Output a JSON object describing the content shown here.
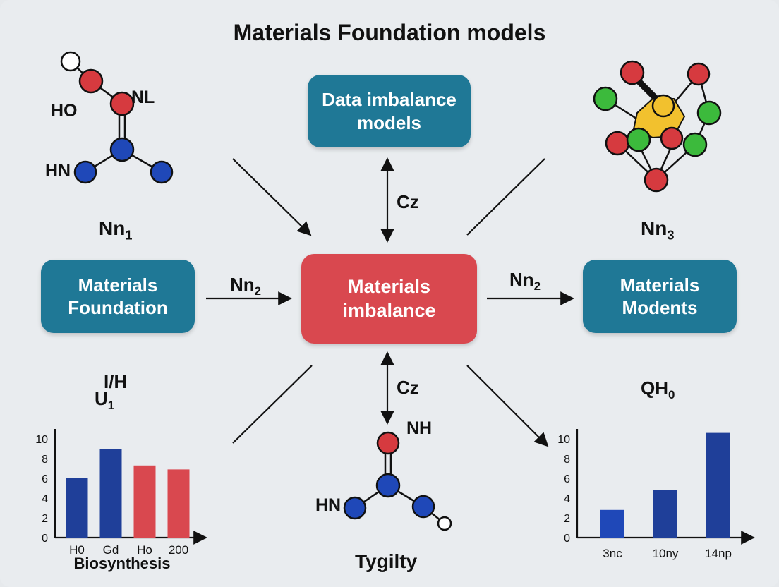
{
  "title": "Materials Foundation models",
  "nodes": {
    "top": "Data imbalance\nmodels",
    "left": "Materials\nFoundation",
    "center": "Materials\nimbalance",
    "right": "Materials\nModents"
  },
  "edge_labels": {
    "top": "Cz",
    "bottom": "Cz",
    "left": "Nn",
    "left_sub": "2",
    "right": "Nn",
    "right_sub": "2"
  },
  "corner_labels": {
    "top_left": "Nn",
    "top_left_sub": "1",
    "top_right": "Nn",
    "top_right_sub": "3",
    "mid_left_top": "I/H",
    "mid_left_base": "U",
    "mid_left_sub": "1",
    "mid_right": "QH",
    "mid_right_sub": "0",
    "bottom_center": "Tygilty"
  },
  "molecule_labels": {
    "top_left_ho": "HO",
    "top_left_nl": "NL",
    "top_left_hn": "HN",
    "bottom_nh": "NH",
    "bottom_hn": "HN"
  },
  "colors": {
    "blue_box": "#1f7896",
    "red_box": "#d9484f",
    "bar_blue": "#1f3f99",
    "bar_red": "#d9484f",
    "atom_red": "#d63a3f",
    "atom_blue": "#1f48b8",
    "atom_green": "#3cba3c",
    "atom_yellow": "#f2c12e"
  },
  "chart_data": [
    {
      "type": "bar",
      "categories": [
        "H0",
        "Gd",
        "Ho",
        "200"
      ],
      "values": [
        6,
        9,
        7.3,
        6.9
      ],
      "colors": [
        "#1f3f99",
        "#1f3f99",
        "#d9484f",
        "#d9484f"
      ],
      "title": "",
      "xlabel": "Biosynthesis",
      "ylabel": "",
      "ylim": [
        0,
        10
      ],
      "yticks": [
        "0",
        "2",
        "4",
        "6",
        "8",
        "10"
      ]
    },
    {
      "type": "bar",
      "categories": [
        "3nc",
        "10ny",
        "14np"
      ],
      "values": [
        2.8,
        4.8,
        10.6
      ],
      "colors": [
        "#1f48b8",
        "#1f3f99",
        "#1f3f99"
      ],
      "title": "",
      "xlabel": "",
      "ylabel": "",
      "ylim": [
        0,
        10
      ],
      "yticks": [
        "0",
        "2",
        "4",
        "6",
        "8",
        "10"
      ]
    }
  ]
}
